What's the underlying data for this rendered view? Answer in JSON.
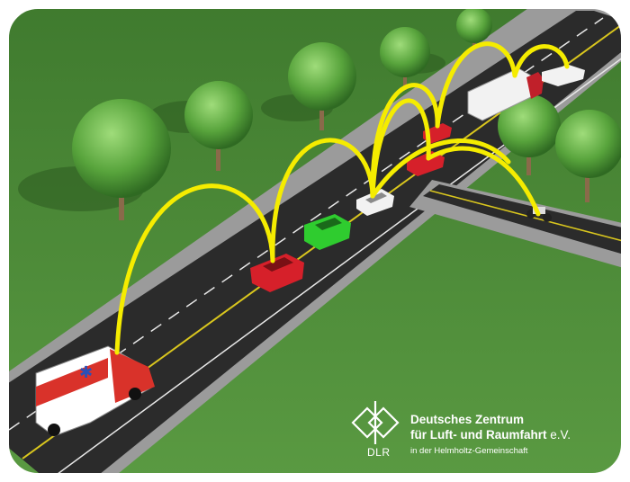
{
  "logo": {
    "abbreviation": "DLR",
    "line1": "Deutsches Zentrum",
    "line2": "für Luft- und Raumfahrt",
    "line2_suffix": "e.V.",
    "line3": "in der Helmholtz-Gemeinschaft"
  },
  "colors": {
    "grass": "#4e8c3a",
    "road": "#2c2c2c",
    "sidewalk": "#a9a9a9",
    "signal_arc": "#f5ec00",
    "frame": "#ffffff"
  },
  "vehicles": [
    "ambulance",
    "red-car",
    "green-car",
    "white-car",
    "red-car",
    "red-car",
    "truck",
    "white-car",
    "motorcycle"
  ],
  "signal_links": 8
}
